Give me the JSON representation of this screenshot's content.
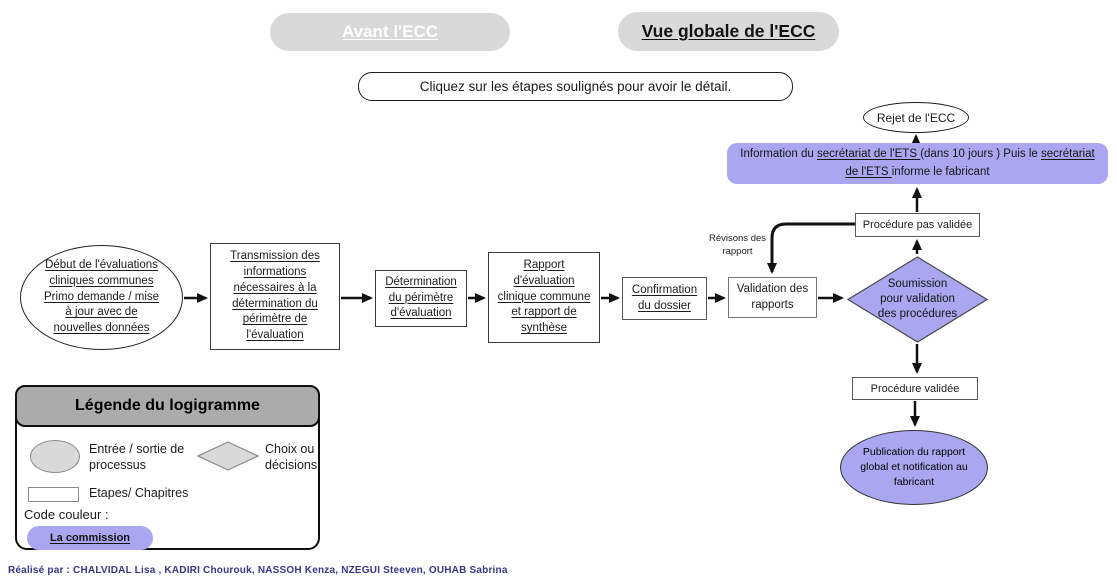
{
  "colors": {
    "purple_commission": "#ABA6F0",
    "pill_gray": "#D9D9D9",
    "legend_header_gray": "#ABABAB",
    "shape_gray": "#D9D9D9",
    "footer_text": "#3B3588",
    "arrow_black": "#111111"
  },
  "header": {
    "tab_avant": "Avant l'ECC",
    "tab_vue_globale": "Vue globale de l'ECC",
    "instruction": "Cliquez sur les étapes soulignés  pour avoir le détail."
  },
  "flow": {
    "debut": "Début de l'évaluations\ncliniques communes\nPrimo demande / mise\nà jour avec de\nnouvelles données",
    "transmission": "Transmission des\ninformations\nnécessaires à la\ndétermination du\npérimètre de\nl'évaluation",
    "determination": "Détermination\ndu périmètre\nd'évaluation",
    "rapport": "Rapport\nd'évaluation\nclinique commune\net rapport de\nsynthèse",
    "confirmation": "Confirmation\ndu dossier",
    "validation": "Validation des\nrapports",
    "revisions_label": "Révisons des\nrapport",
    "soumission": "Soumission\npour validation\ndes procédures",
    "procedure_pas_validee": "Procédure pas validée",
    "procedure_validee": "Procédure validée",
    "rejet": "Rejet de l'ECC",
    "publication": "Publication du rapport\nglobal et notification au\nfabricant",
    "information": {
      "part1": "Information  du ",
      "link1": " secrétariat de l'ETS ",
      "part2": "(dans 10 jours ) Puis le ",
      "link2": "secrétariat de l'ETS ",
      "part3": "informe le fabricant"
    }
  },
  "legend": {
    "title": "Légende du logigramme",
    "entree_sortie": "Entrée / sortie de\nprocessus",
    "choix_decisions": "Choix ou\ndécisions",
    "etapes_chapitres": "Etapes/ Chapitres",
    "code_couleur": "Code couleur :",
    "commission": "La commission"
  },
  "footer": {
    "credits": "Réalisé par : CHALVIDAL Lisa , KADIRI Chourouk, NASSOH Kenza, NZEGUI Steeven, OUHAB Sabrina"
  }
}
